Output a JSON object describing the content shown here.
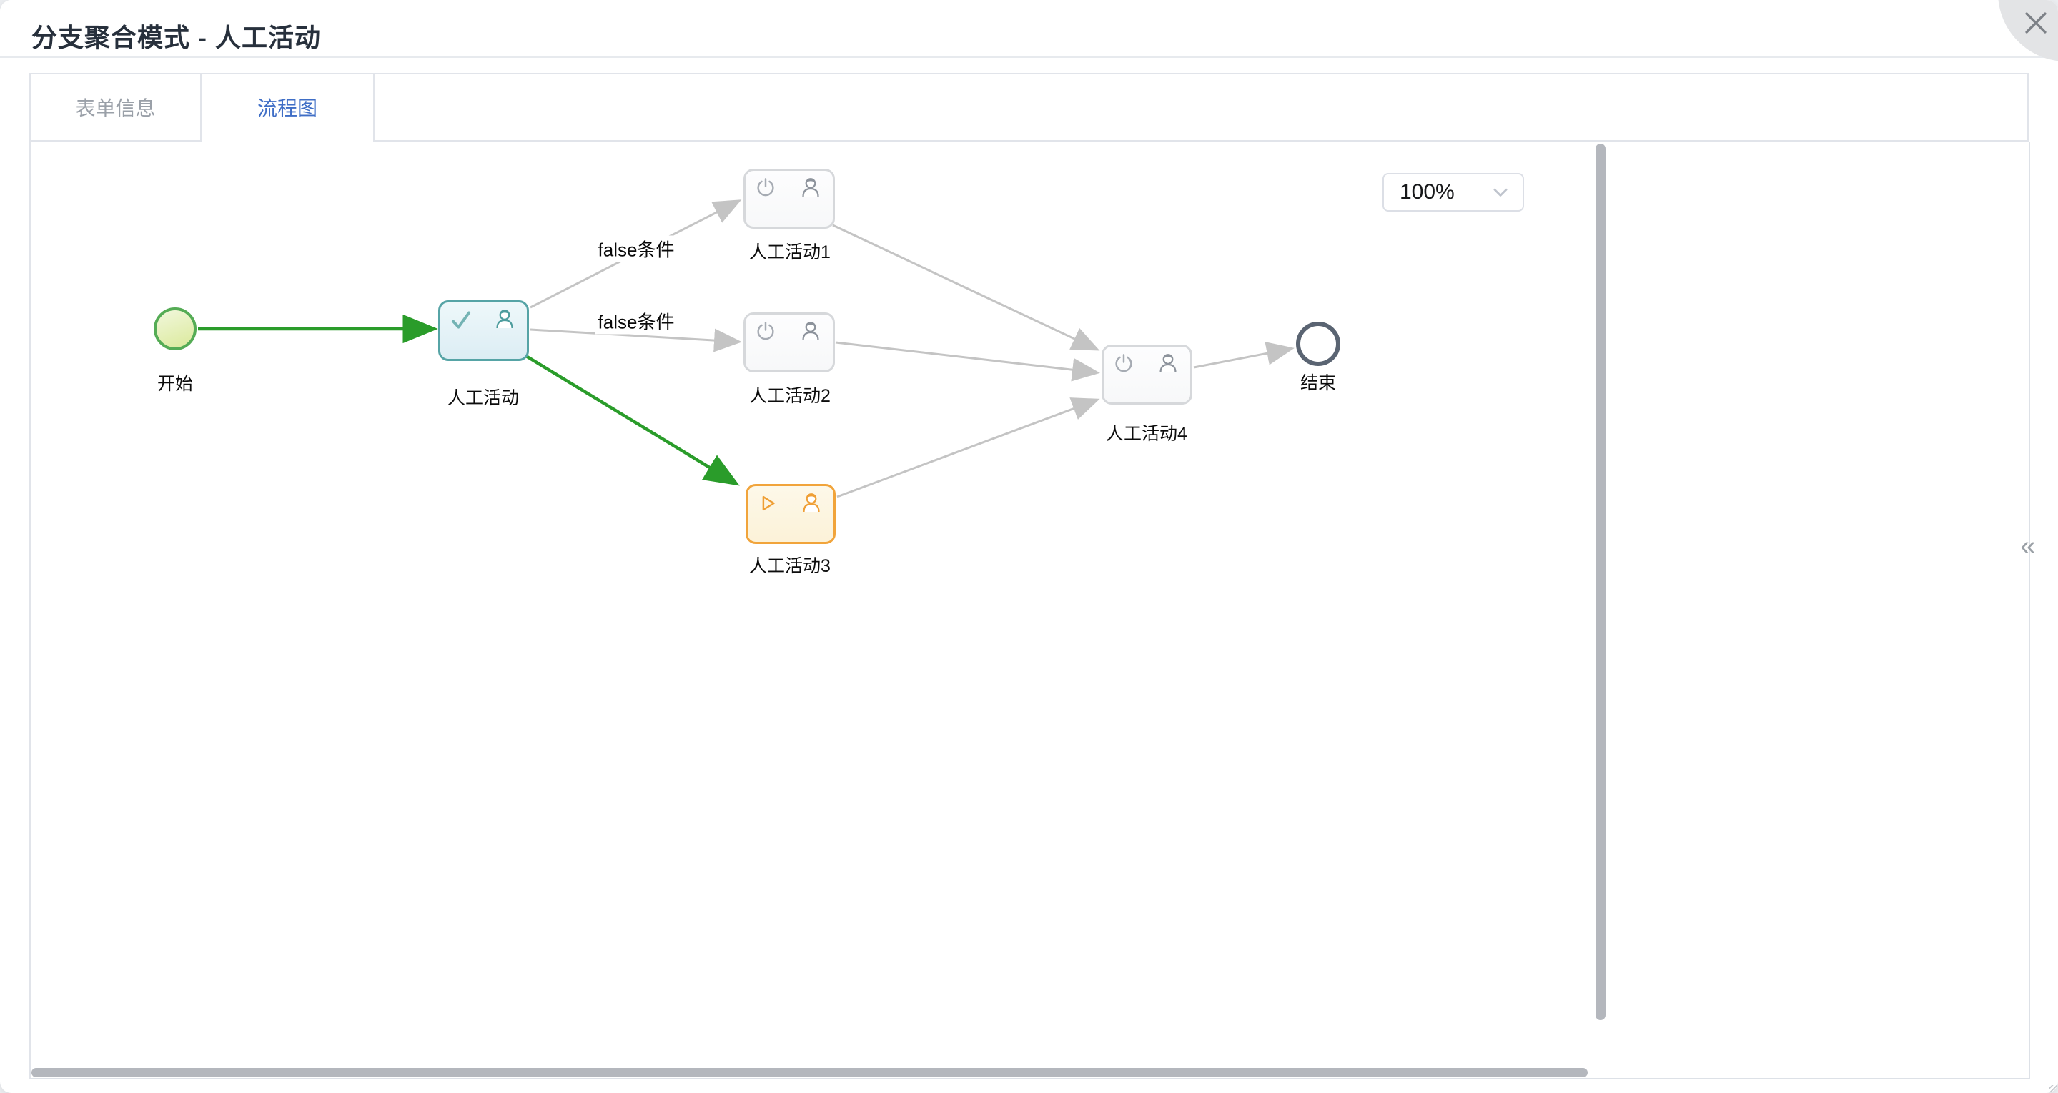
{
  "window": {
    "title": "分支聚合模式 - 人工活动"
  },
  "tabs": {
    "form_label": "表单信息",
    "flow_label": "流程图",
    "active_tab": "流程图"
  },
  "toolbar": {
    "zoom_value": "100%"
  },
  "flow": {
    "start": {
      "label": "开始"
    },
    "end": {
      "label": "结束"
    },
    "nodes": [
      {
        "label": "人工活动",
        "status": "completed"
      },
      {
        "label": "人工活动1",
        "status": "pending"
      },
      {
        "label": "人工活动2",
        "status": "pending"
      },
      {
        "label": "人工活动3",
        "status": "active"
      },
      {
        "label": "人工活动4",
        "status": "pending"
      }
    ],
    "edge_labels": [
      {
        "text": "false条件"
      },
      {
        "text": "false条件"
      }
    ]
  },
  "panel": {
    "collapse_icon": "«"
  },
  "colors": {
    "completed_node_border": "#56a4a6",
    "completed_node_fill": "#e6f3f8",
    "active_node_border": "#f1a43b",
    "active_node_fill": "#fdf6e2",
    "pending_node_border": "#d6d8db",
    "path_taken_green": "#2a9c2a",
    "path_default_gray": "#c4c4c4",
    "start_node_green": "#55ac55",
    "end_node_border": "#5a6472",
    "tab_active_blue": "#3f6ec6"
  }
}
